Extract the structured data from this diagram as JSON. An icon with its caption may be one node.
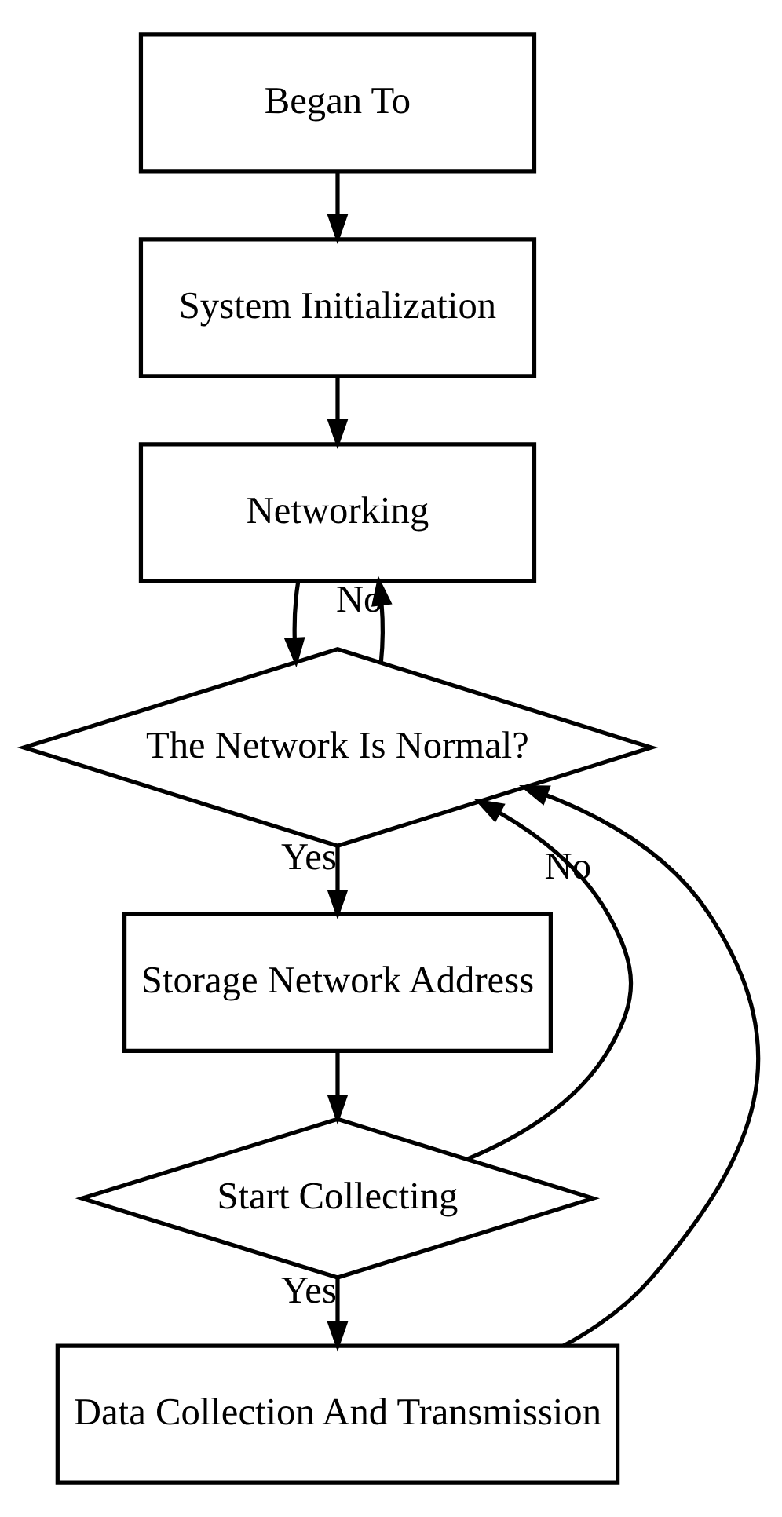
{
  "diagram": {
    "nodes": [
      {
        "text": [
          "Began To"
        ]
      },
      {
        "text": [
          "System Initialization"
        ]
      },
      {
        "text": [
          "Networking"
        ]
      },
      {
        "text": [
          "The Network Is Normal?"
        ]
      },
      {
        "text": [
          "Storage Network Address"
        ]
      },
      {
        "text": [
          "Start Collecting"
        ]
      },
      {
        "text": [
          "Data Collection And Transmission"
        ]
      }
    ],
    "edges": [
      {
        "from": 0,
        "to": 1,
        "arrow": "to"
      },
      {
        "from": 1,
        "to": 2,
        "arrow": "to"
      },
      {
        "from": 2,
        "to": 3,
        "arrow": "to"
      },
      {
        "from": 3,
        "to": 2,
        "arrow": "to",
        "label": "No"
      },
      {
        "from": 3,
        "to": 4,
        "arrow": "to",
        "label": "Yes"
      },
      {
        "from": 4,
        "to": 5,
        "arrow": "to"
      },
      {
        "from": 5,
        "to": 6,
        "arrow": "to",
        "label": "Yes"
      },
      {
        "from": 5,
        "to": 3,
        "arrow": "to",
        "label": "No"
      },
      {
        "from": 6,
        "to": 3,
        "arrow": "to"
      }
    ]
  }
}
